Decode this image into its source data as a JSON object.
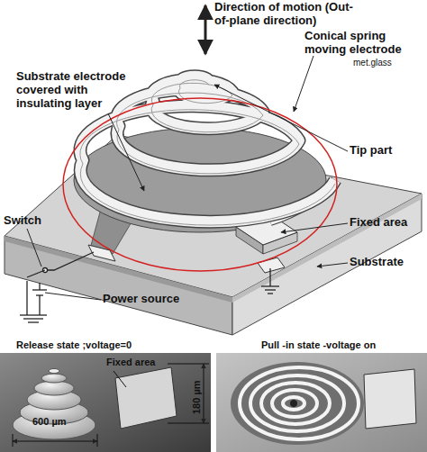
{
  "diagram": {
    "nodes": [
      {
        "text": [
          "Release state ;voltage=0",
          "Fixed area",
          "600 µm",
          "180 µm"
        ]
      },
      {
        "text": [
          "Pull -in state -voltage on"
        ]
      }
    ],
    "labels": [
      "Direction of motion (Out-of-plane direction)",
      "Conical spring moving electrode",
      "met.glass",
      "Substrate electrode covered with insulating layer",
      "Tip part",
      "Fixed area",
      "Switch",
      "Power source",
      "Substrate"
    ]
  }
}
